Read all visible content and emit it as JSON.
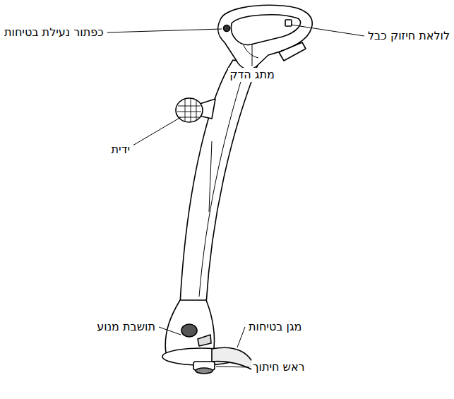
{
  "diagram": {
    "labels": [
      "כפתור נעילת בטיחות",
      "לולאת חיזוק כבל",
      "מתג הדק",
      "ידית",
      "תושבת מנוע",
      "מגן בטיחות",
      "ראש חיתוך"
    ]
  }
}
